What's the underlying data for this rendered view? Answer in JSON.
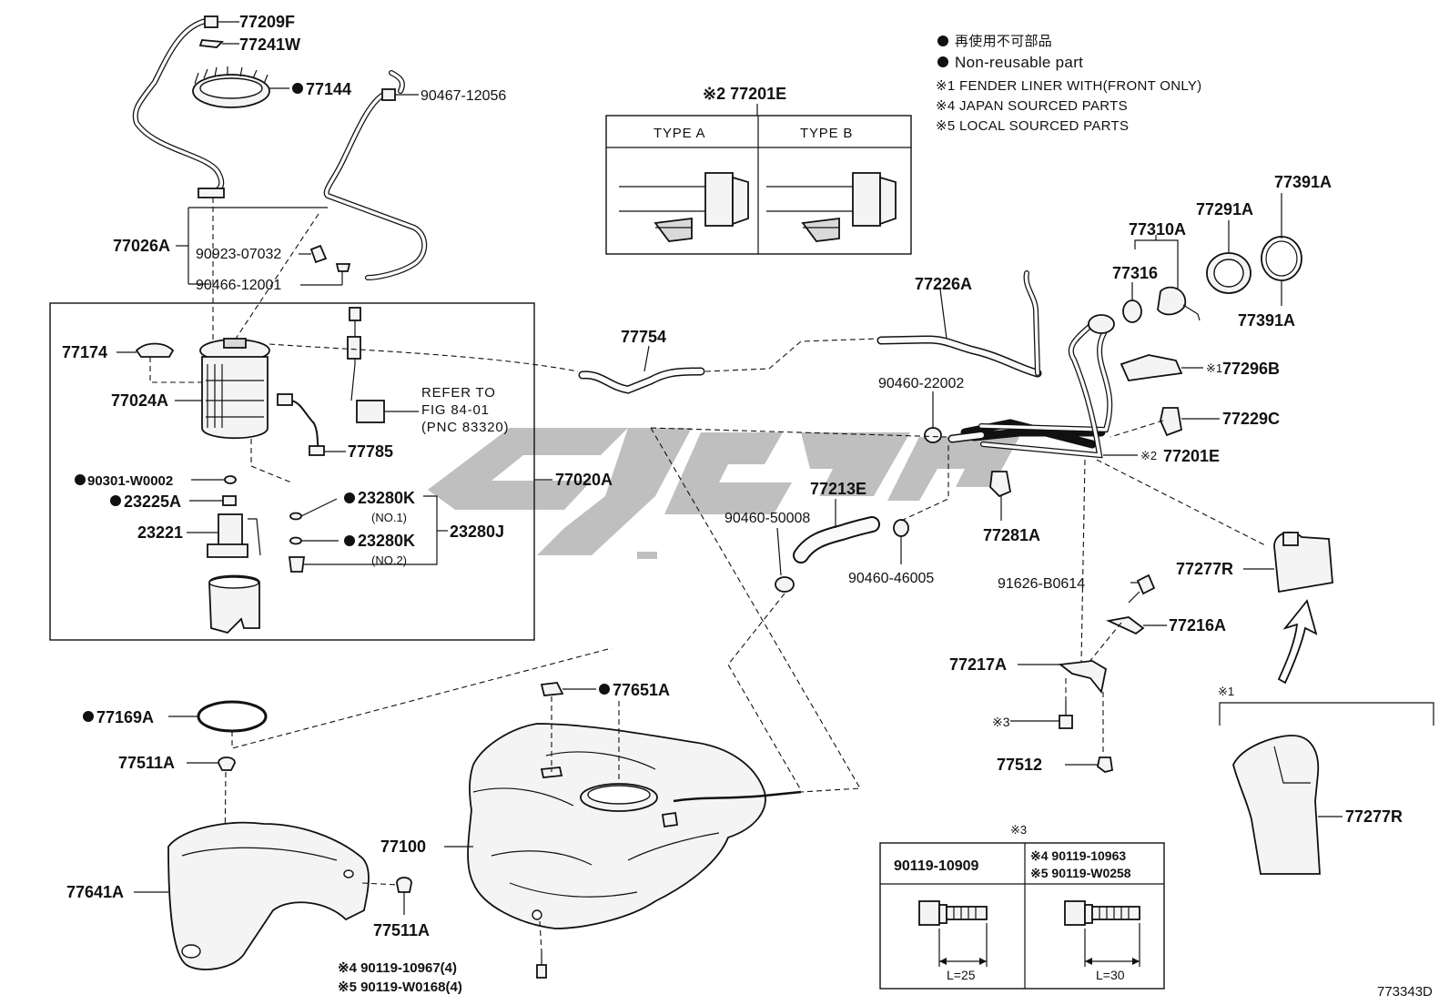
{
  "legend": {
    "line1_jp": "再使用不可部品",
    "line2": "Non-reusable part",
    "line3": "※1 FENDER LINER WITH(FRONT ONLY)",
    "line4": "※4 JAPAN SOURCED PARTS",
    "line5": "※5 LOCAL SOURCED PARTS"
  },
  "type_box": {
    "title": "※2 77201E",
    "type_a": "TYPE A",
    "type_b": "TYPE B"
  },
  "bolt_box": {
    "title": "※3",
    "col1_part": "90119-10909",
    "col2_part_jp": "※4 90119-10963",
    "col2_part_local": "※5 90119-W0258",
    "col1_len": "L=25",
    "col2_len": "L=30"
  },
  "refer_note": {
    "line1": "REFER TO",
    "line2": "FIG 84-01",
    "line3": "(PNC 83320)"
  },
  "labels": {
    "p77209F": "77209F",
    "p77241W": "77241W",
    "p77144": "77144",
    "p90467_12056": "90467-12056",
    "p77026A": "77026A",
    "p90923_07032": "90923-07032",
    "p90466_12001": "90466-12001",
    "p77174": "77174",
    "p77024A": "77024A",
    "p77785": "77785",
    "p90301_W0002": "90301-W0002",
    "p23225A": "23225A",
    "p23221": "23221",
    "p77020A": "77020A",
    "p23280K_1": "23280K",
    "p23280K_1_sub": "(NO.1)",
    "p23280K_2": "23280K",
    "p23280K_2_sub": "(NO.2)",
    "p23280J": "23280J",
    "p77754": "77754",
    "p77226A": "77226A",
    "p90460_22002": "90460-22002",
    "p77213E": "77213E",
    "p90460_50008": "90460-50008",
    "p90460_46005": "90460-46005",
    "p77281A": "77281A",
    "p77310A": "77310A",
    "p77316": "77316",
    "p77291A": "77291A",
    "p77391A_top": "77391A",
    "p77391A_bot": "77391A",
    "p77296B": "77296B",
    "p77296B_mark": "※1",
    "p77229C": "77229C",
    "p77201E": "77201E",
    "p77201E_mark": "※2",
    "p77277R_top": "77277R",
    "p91626_B0614": "91626-B0614",
    "p77216A": "77216A",
    "p77217A": "77217A",
    "mark3": "※3",
    "p77512": "77512",
    "group_mark1": "※1",
    "p77277R_bot": "77277R",
    "p77169A": "77169A",
    "p77651A": "77651A",
    "p77511A_top": "77511A",
    "p77100": "77100",
    "p77641A": "77641A",
    "p77511A_bot": "77511A",
    "p90119_10967": "※4 90119-10967(4)",
    "p90119_W0168": "※5 90119-W0168(4)"
  },
  "figure_code": "773343D"
}
